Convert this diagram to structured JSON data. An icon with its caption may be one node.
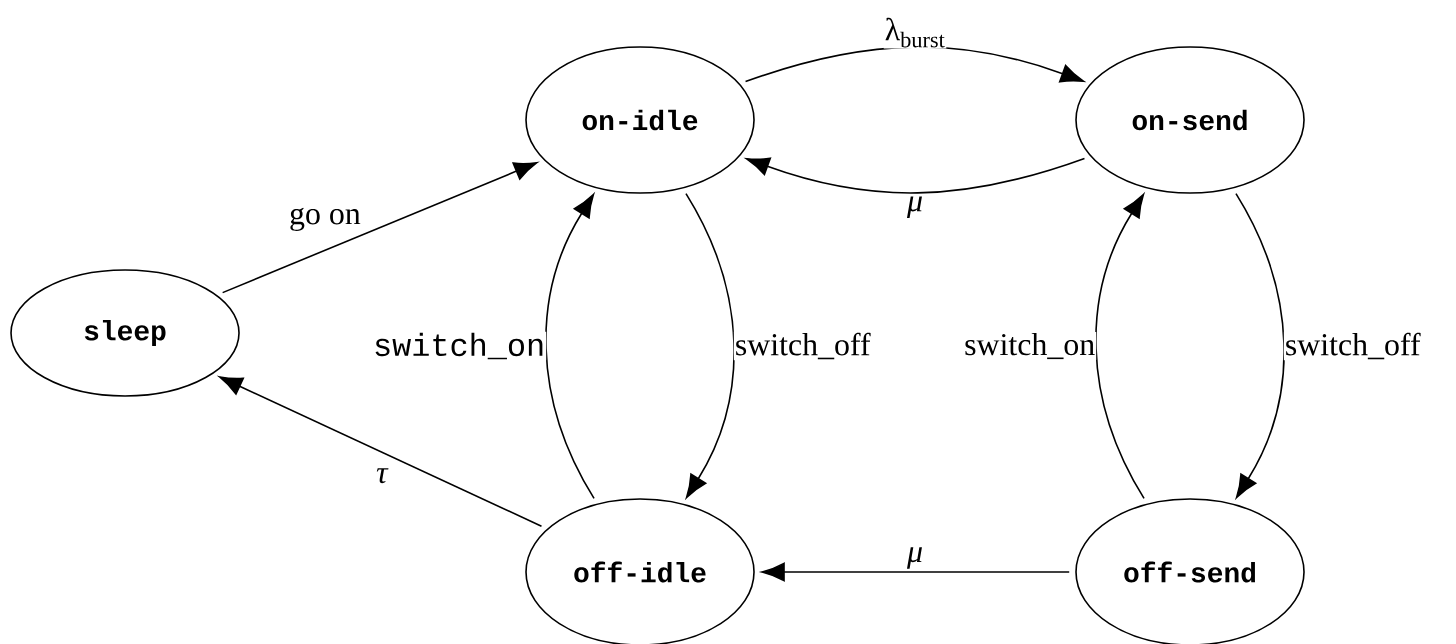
{
  "diagram": {
    "nodes": [
      {
        "text": [
          "sleep"
        ]
      },
      {
        "text": [
          "on-idle"
        ]
      },
      {
        "text": [
          "on-send"
        ]
      },
      {
        "text": [
          "off-idle"
        ]
      },
      {
        "text": [
          "off-send"
        ]
      }
    ],
    "edges": [
      {
        "from": 0,
        "to": 1,
        "arrow": "to",
        "label": "go on"
      },
      {
        "from": 1,
        "to": 2,
        "arrow": "to",
        "label": "λ$_{burst}$"
      },
      {
        "from": 2,
        "to": 1,
        "arrow": "to",
        "label": "μ"
      },
      {
        "from": 1,
        "to": 3,
        "arrow": "to",
        "label": "switch_off"
      },
      {
        "from": 3,
        "to": 1,
        "arrow": "to",
        "label": "switch_on"
      },
      {
        "from": 2,
        "to": 4,
        "arrow": "to",
        "label": "switch_off"
      },
      {
        "from": 4,
        "to": 2,
        "arrow": "to",
        "label": "switch_on"
      },
      {
        "from": 4,
        "to": 3,
        "arrow": "to",
        "label": "μ"
      },
      {
        "from": 3,
        "to": 0,
        "arrow": "to",
        "label": "τ"
      }
    ]
  }
}
